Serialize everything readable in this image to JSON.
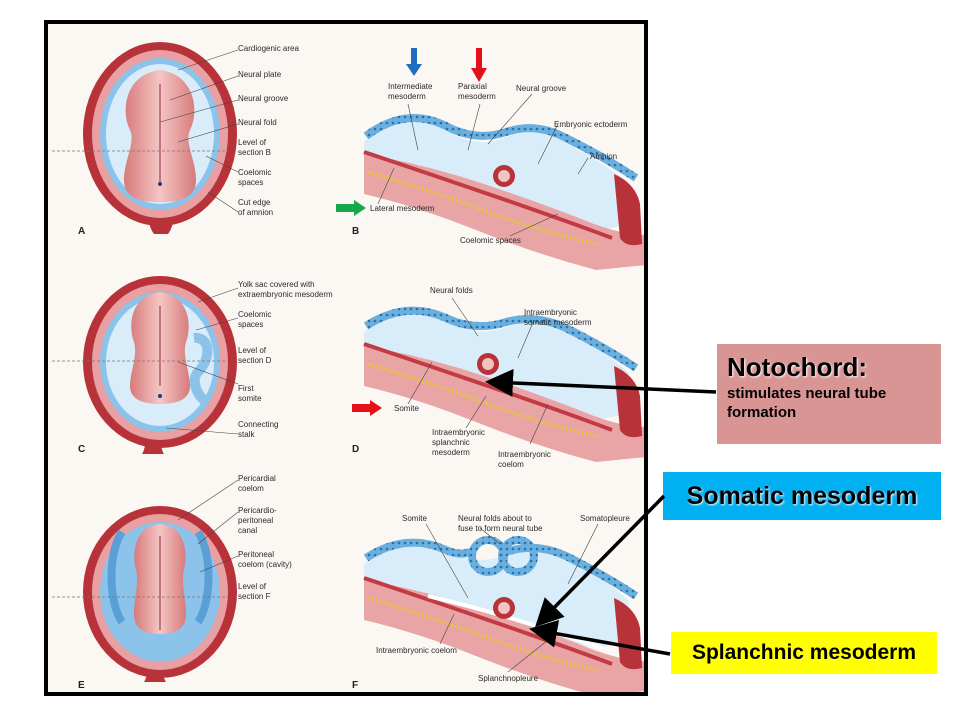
{
  "panels": {
    "A": {
      "letter": "A",
      "labels": [
        "Cardiogenic area",
        "Neural plate",
        "Neural groove",
        "Neural fold",
        "Level of\nsection B",
        "Coelomic\nspaces",
        "Cut edge\nof amnion"
      ]
    },
    "B": {
      "letter": "B",
      "labels": [
        "Intermediate\nmesoderm",
        "Paraxial\nmesoderm",
        "Neural groove",
        "Embryonic ectoderm",
        "Amnion",
        "Lateral mesoderm",
        "Coelomic spaces"
      ]
    },
    "C": {
      "letter": "C",
      "labels": [
        "Yolk sac covered with\nextraembryonic mesoderm",
        "Coelomic\nspaces",
        "Level of\nsection D",
        "First\nsomite",
        "Connecting\nstalk"
      ]
    },
    "D": {
      "letter": "D",
      "labels": [
        "Neural folds",
        "Intraembryonic\nsomatic mesoderm",
        "Somite",
        "Intraembryonic\nsplanchnic\nmesoderm",
        "Intraembryonic\ncoelom"
      ]
    },
    "E": {
      "letter": "E",
      "labels": [
        "Pericardial\ncoelom",
        "Pericardio-\nperitoneal\ncanal",
        "Peritoneal\ncoelom (cavity)",
        "Level of\nsection F"
      ]
    },
    "F": {
      "letter": "F",
      "labels": [
        "Somite",
        "Neural folds about to\nfuse to form neural tube",
        "Somatopleure",
        "Intraembryonic coelom",
        "Splanchnopleure"
      ]
    }
  },
  "callouts": {
    "notochord": {
      "title": "Notochord:",
      "body": "stimulates neural tube formation",
      "color": "#d99594"
    },
    "somatic": {
      "label": "Somatic mesoderm",
      "color": "#00b0f0"
    },
    "splanchnic": {
      "label": "Splanchnic mesoderm",
      "color": "#ffff00"
    }
  },
  "marker_colors": {
    "blue": "#1f6fbf",
    "red": "#e3101a",
    "green": "#17a84a"
  }
}
